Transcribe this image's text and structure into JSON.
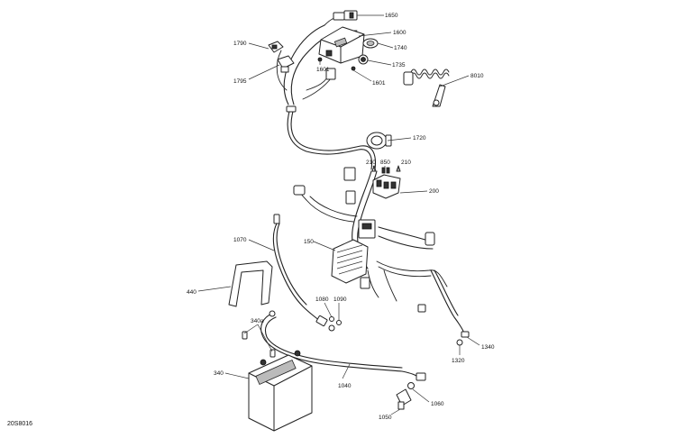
{
  "diagram": {
    "drawing_code": "20S8016",
    "callouts": {
      "p1650": "1650",
      "p1600": "1600",
      "p1740": "1740",
      "p1735": "1735",
      "p1790": "1790",
      "p1601a": "1601",
      "p1601b": "1601",
      "p1795": "1795",
      "p8010": "8010",
      "p1720": "1720",
      "p210a": "210",
      "p850": "850",
      "p210b": "210",
      "p200": "200",
      "p150": "150",
      "p1070": "1070",
      "p440": "440",
      "p1080": "1080",
      "p1090": "1090",
      "p340a": "340a",
      "p340": "340",
      "p1040": "1040",
      "p1340": "1340",
      "p1320": "1320",
      "p1050": "1050",
      "p1060": "1060"
    }
  }
}
